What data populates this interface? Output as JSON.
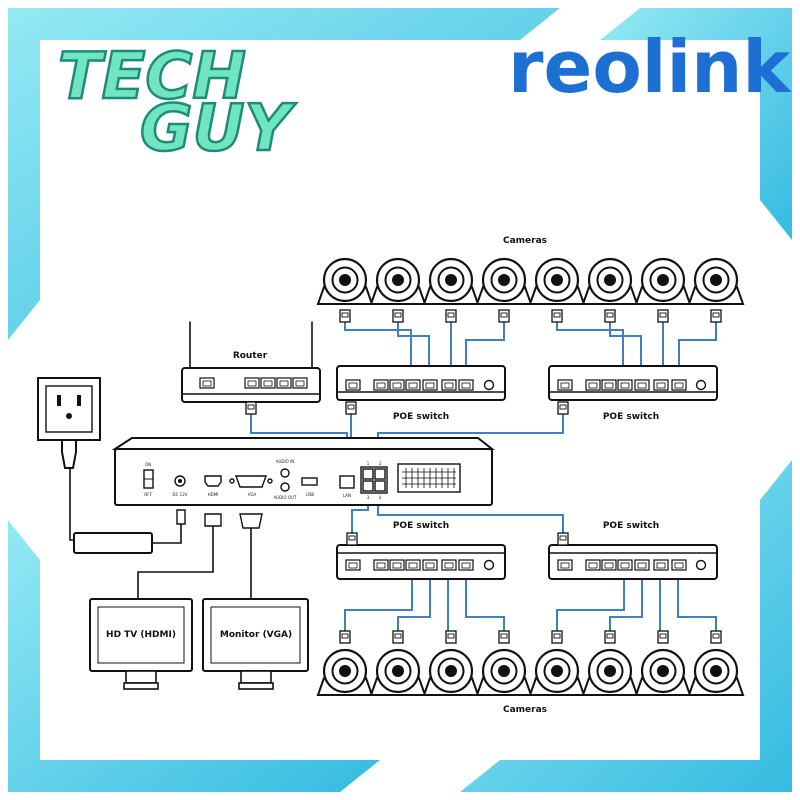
{
  "branding": {
    "left_line1": "TECH",
    "left_line2": "GUY",
    "right_logo": "reolink"
  },
  "labels": {
    "cameras_top": "Cameras",
    "cameras_bottom": "Cameras",
    "router": "Router",
    "poe_switch_tl": "POE switch",
    "poe_switch_tr": "POE switch",
    "poe_switch_bl": "POE switch",
    "poe_switch_br": "POE switch",
    "hd_tv": "HD TV (HDMI)",
    "monitor": "Monitor (VGA)"
  },
  "nvr_ports": {
    "on": "ON",
    "off": "OFF",
    "dc": "DC 12V",
    "hdmi": "HDMI",
    "vga": "VGA",
    "audio_in": "AUDIO IN",
    "audio_out": "AUDIO OUT",
    "usb": "USB",
    "lan": "LAN",
    "port_1": "1",
    "port_2": "2",
    "port_3": "3",
    "port_4": "4"
  },
  "colors": {
    "frame_accent": "#3cc8e6",
    "cable": "#3f7fc4",
    "logo_blue": "#1d6fd4",
    "tech_guy_fill": "#6fe6c0"
  }
}
